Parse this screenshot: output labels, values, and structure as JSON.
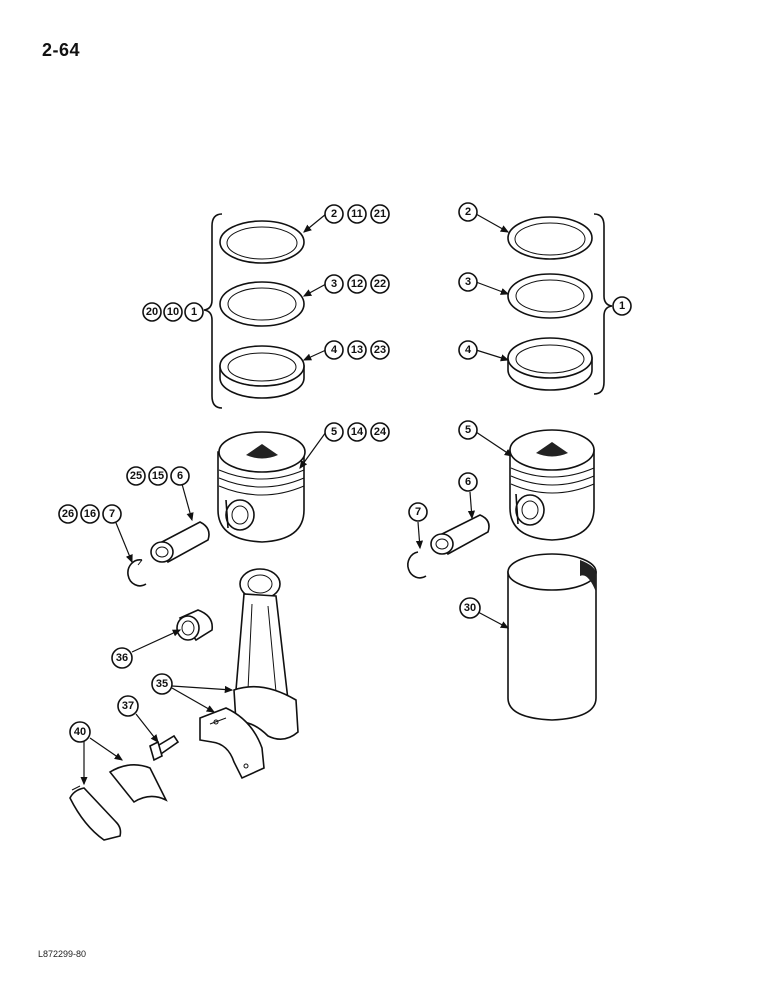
{
  "page_number": "2-64",
  "figure_id": "L872299-80",
  "callouts": {
    "c_20": "20",
    "c_10": "10",
    "c_1a": "1",
    "c_2a": "2",
    "c_11": "11",
    "c_21": "21",
    "c_3a": "3",
    "c_12": "12",
    "c_22": "22",
    "c_4a": "4",
    "c_13": "13",
    "c_23": "23",
    "c_5a": "5",
    "c_14": "14",
    "c_24": "24",
    "c_25": "25",
    "c_15": "15",
    "c_6a": "6",
    "c_26": "26",
    "c_16": "16",
    "c_7a": "7",
    "c_36": "36",
    "c_35": "35",
    "c_37": "37",
    "c_40": "40",
    "c_2b": "2",
    "c_3b": "3",
    "c_4b": "4",
    "c_1b": "1",
    "c_5b": "5",
    "c_6b": "6",
    "c_7b": "7",
    "c_30": "30"
  }
}
